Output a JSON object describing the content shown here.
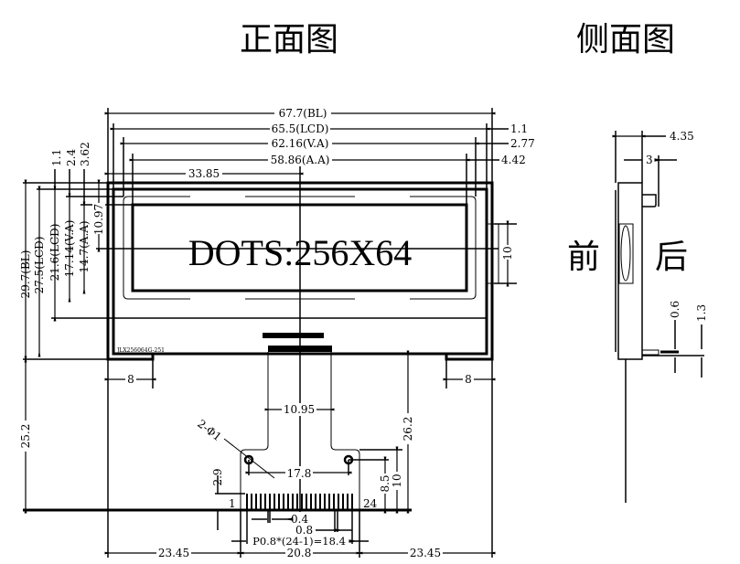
{
  "titles": {
    "front": "正面图",
    "side": "侧面图"
  },
  "display_text": "DOTS:256X64",
  "model_label": "JLX256064G-251",
  "side_labels": {
    "front": "前",
    "back": "后"
  },
  "dims": {
    "bl_width": "67.7(BL)",
    "lcd_width": "65.5(LCD)",
    "va_width": "62.16(V.A)",
    "aa_width": "58.86(A.A)",
    "center_x": "33.85",
    "r_1_1": "1.1",
    "r_2_77": "2.77",
    "r_4_42": "4.42",
    "l_1_1": "1.1",
    "l_2_4": "2.4",
    "l_3_62": "3.62",
    "bl_height": "29.7(BL)",
    "lcd_height": "27.5(LCD)",
    "lcd_h2": "21.6(LCD)",
    "va_height": "17.14(V.A)",
    "aa_height": "14.7(A.A)",
    "center_y": "10.97",
    "side_10": "10",
    "tab_left": "8",
    "tab_right": "8",
    "fpc_len_left": "25.2",
    "fpc_len_right": "26.2",
    "fpc_neck": "10.95",
    "holes": "2-Φ1",
    "hole_pitch": "17.8",
    "pin_offset": "2.9",
    "hole_h": "8.5",
    "fpc_h": "10",
    "pin_first": "1",
    "pin_last": "24",
    "pin_w": "0.4",
    "pin_pitch": "0.8",
    "pitch_total": "P0.8*(24-1)=18.4",
    "bottom_left": "23.45",
    "bottom_mid": "20.8",
    "bottom_right": "23.45",
    "thickness": "4.35",
    "bump": "3",
    "fpc_t1": "0.6",
    "fpc_t2": "1.3"
  }
}
